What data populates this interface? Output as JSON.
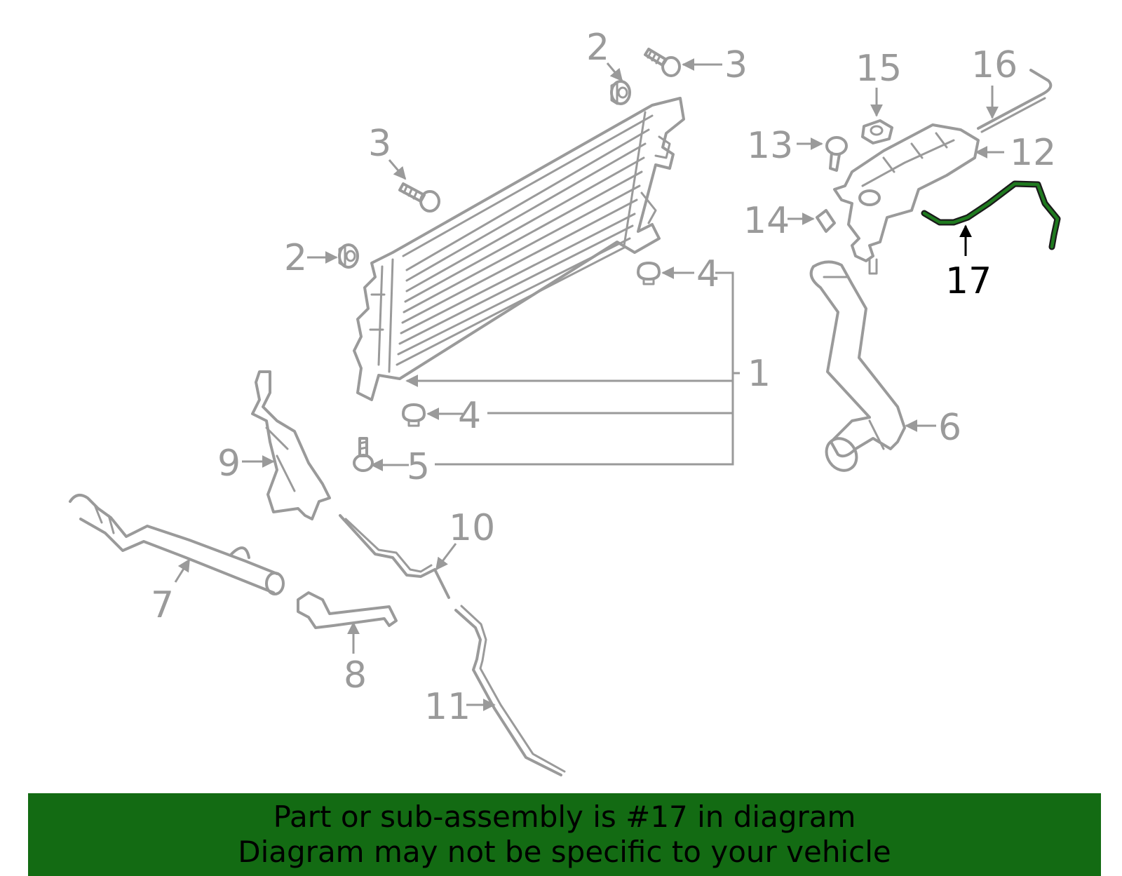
{
  "diagram": {
    "callouts": {
      "c1": "1",
      "c2a": "2",
      "c2b": "2",
      "c3a": "3",
      "c3b": "3",
      "c4a": "4",
      "c4b": "4",
      "c5": "5",
      "c6": "6",
      "c7": "7",
      "c8": "8",
      "c9": "9",
      "c10": "10",
      "c11": "11",
      "c12": "12",
      "c13": "13",
      "c14": "14",
      "c15": "15",
      "c16": "16",
      "c17": "17"
    },
    "highlighted_part": "17"
  },
  "banner": {
    "line1": "Part or sub-assembly is #17 in diagram",
    "line2": "Diagram may not be specific to your vehicle"
  },
  "colors": {
    "banner_bg": "#136b13",
    "highlight": "#1f7a1f",
    "line_gray": "#9a9a9a"
  }
}
